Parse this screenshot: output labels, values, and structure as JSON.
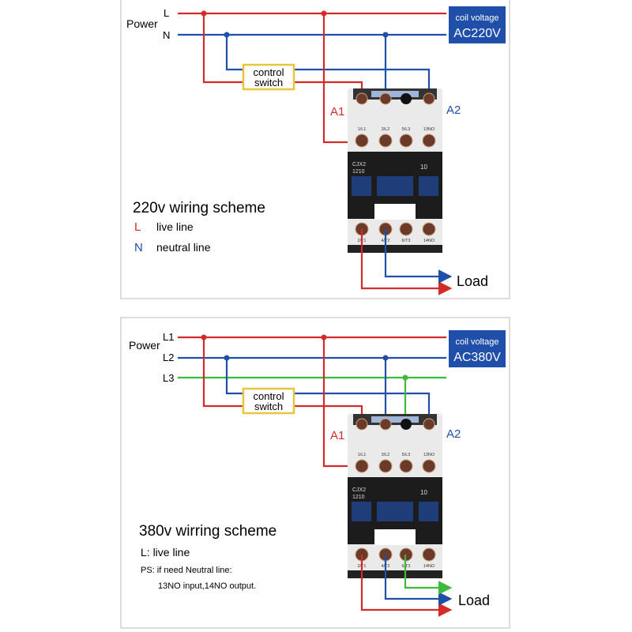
{
  "colors": {
    "live": "#d42a2a",
    "neutral": "#1f4fa8",
    "l3": "#3cba3c",
    "coil_box": "#1f4fa8",
    "switch_border": "#e8c53a"
  },
  "panels": [
    {
      "power_label": "Power",
      "lines": [
        "L",
        "N"
      ],
      "coil_title": "coil voltage",
      "coil_value": "AC220V",
      "switch_label": [
        "control",
        "switch"
      ],
      "a1": "A1",
      "a2": "A2",
      "load": "Load",
      "scheme_title": "220v wiring scheme",
      "legend": [
        {
          "key": "L",
          "text": "live line"
        },
        {
          "key": "N",
          "text": "neutral line"
        }
      ]
    },
    {
      "power_label": "Power",
      "lines": [
        "L1",
        "L2",
        "L3"
      ],
      "coil_title": "coil voltage",
      "coil_value": "AC380V",
      "switch_label": [
        "control",
        "switch"
      ],
      "a1": "A1",
      "a2": "A2",
      "load": "Load",
      "scheme_title": "380v wirring scheme",
      "legend_line": "L: live line",
      "note": [
        "PS: if need Neutral line:",
        "13NO input,14NO output."
      ]
    }
  ],
  "contactor": {
    "model": [
      "CJX2",
      "1210"
    ],
    "code": "10",
    "top_terminals": [
      "1/L1",
      "3/L2",
      "5/L3",
      "13NO"
    ],
    "bottom_terminals": [
      "2/T1",
      "4/T2",
      "6/T3",
      "14NO"
    ]
  }
}
